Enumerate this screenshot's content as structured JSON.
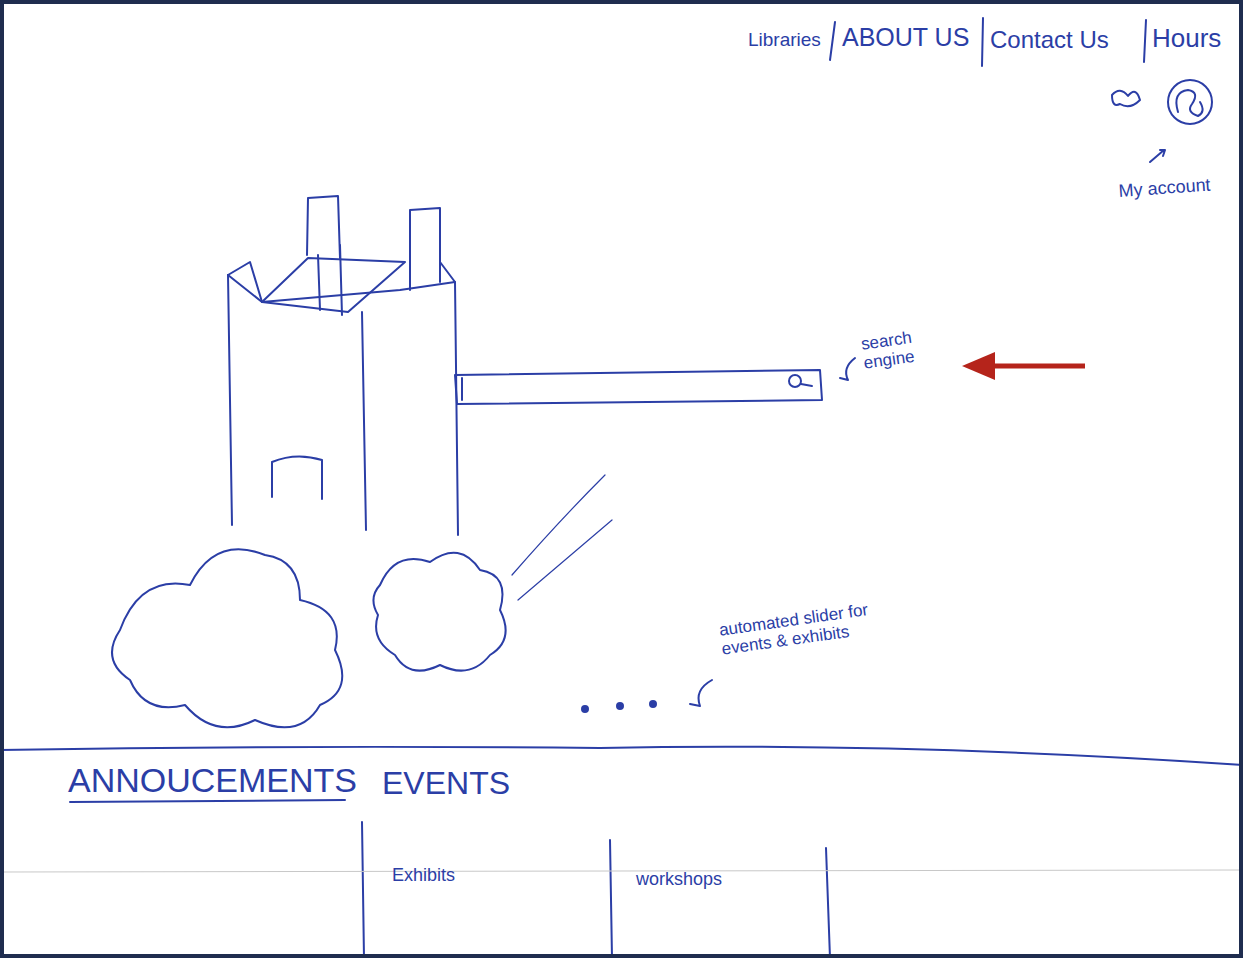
{
  "diagram": {
    "labels": [
      "Libraries",
      "ABOUT US",
      "Contact Us",
      "Hours",
      "My account",
      "search engine",
      "automated slider for events & exhibits",
      "ANNOUCEMENTS",
      "EVENTS",
      "Exhibits",
      "workshops"
    ]
  }
}
